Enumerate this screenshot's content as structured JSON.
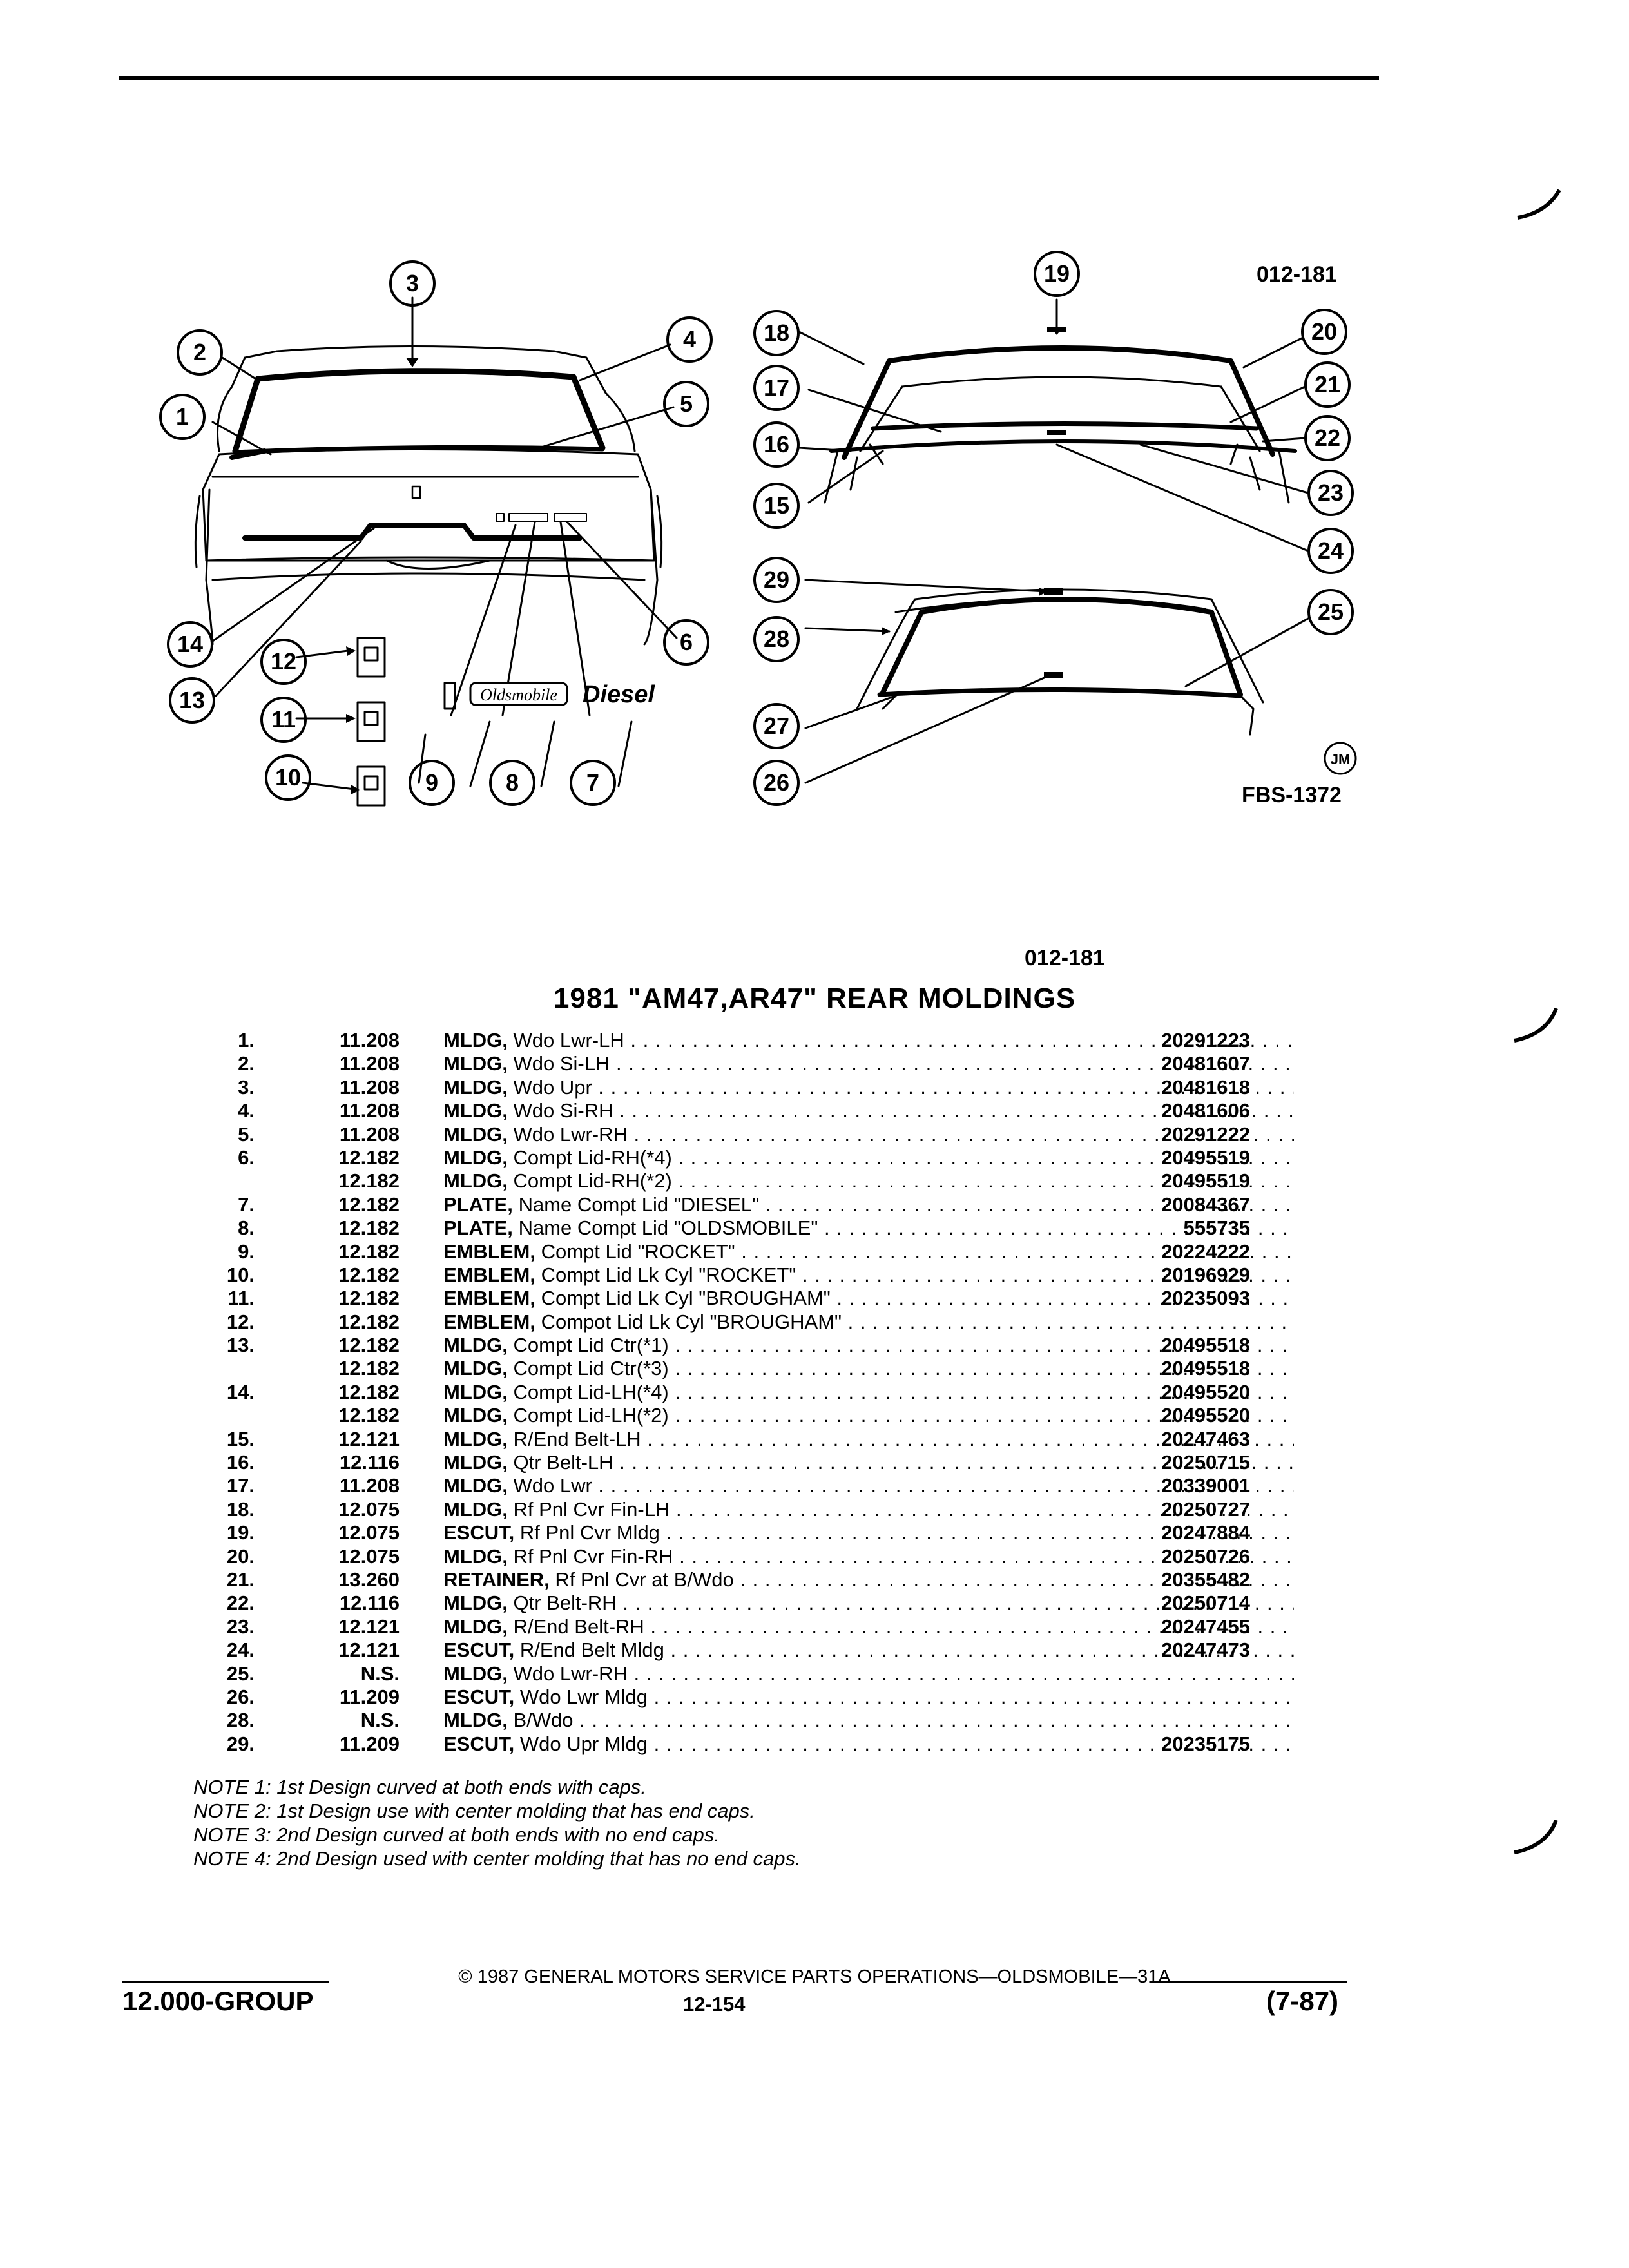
{
  "figure": {
    "code_top": "012-181",
    "fbs_code": "FBS-1372",
    "artist_mark": "JM",
    "emblem_oldsmobile": "Oldsmobile",
    "emblem_diesel": "Diesel",
    "callouts": [
      "1",
      "2",
      "3",
      "4",
      "5",
      "6",
      "7",
      "8",
      "9",
      "10",
      "11",
      "12",
      "13",
      "14",
      "15",
      "16",
      "17",
      "18",
      "19",
      "20",
      "21",
      "22",
      "23",
      "24",
      "25",
      "26",
      "27",
      "28",
      "29"
    ]
  },
  "caption_code": "012-181",
  "title": "1981 \"AM47,AR47\" REAR MOLDINGS",
  "parts": [
    {
      "num": "1.",
      "group": "11.208",
      "desc_bold": "MLDG,",
      "desc": "Wdo Lwr-LH",
      "part": "20291223"
    },
    {
      "num": "2.",
      "group": "11.208",
      "desc_bold": "MLDG,",
      "desc": "Wdo Si-LH",
      "part": "20481607"
    },
    {
      "num": "3.",
      "group": "11.208",
      "desc_bold": "MLDG,",
      "desc": "Wdo Upr",
      "part": "20481618"
    },
    {
      "num": "4.",
      "group": "11.208",
      "desc_bold": "MLDG,",
      "desc": "Wdo Si-RH",
      "part": "20481606"
    },
    {
      "num": "5.",
      "group": "11.208",
      "desc_bold": "MLDG,",
      "desc": "Wdo Lwr-RH",
      "part": "20291222"
    },
    {
      "num": "6.",
      "group": "12.182",
      "desc_bold": "MLDG,",
      "desc": "Compt Lid-RH(*4)",
      "part": "20495519"
    },
    {
      "num": "",
      "group": "12.182",
      "desc_bold": "MLDG,",
      "desc": "Compt Lid-RH(*2)",
      "part": "20495519"
    },
    {
      "num": "7.",
      "group": "12.182",
      "desc_bold": "PLATE,",
      "desc": "Name Compt Lid \"DIESEL\"",
      "part": "20084367"
    },
    {
      "num": "8.",
      "group": "12.182",
      "desc_bold": "PLATE,",
      "desc": "Name Compt Lid \"OLDSMOBILE\"",
      "part": "555735"
    },
    {
      "num": "9.",
      "group": "12.182",
      "desc_bold": "EMBLEM,",
      "desc": "Compt Lid \"ROCKET\"",
      "part": "20224222"
    },
    {
      "num": "10.",
      "group": "12.182",
      "desc_bold": "EMBLEM,",
      "desc": "Compt Lid Lk Cyl \"ROCKET\"",
      "part": "20196929"
    },
    {
      "num": "11.",
      "group": "12.182",
      "desc_bold": "EMBLEM,",
      "desc": "Compt Lid Lk Cyl \"BROUGHAM\"",
      "part": "20235093"
    },
    {
      "num": "12.",
      "group": "12.182",
      "desc_bold": "EMBLEM,",
      "desc": "Compot Lid Lk Cyl \"BROUGHAM\"",
      "part": ""
    },
    {
      "num": "13.",
      "group": "12.182",
      "desc_bold": "MLDG,",
      "desc": "Compt Lid Ctr(*1)",
      "part": "20495518"
    },
    {
      "num": "",
      "group": "12.182",
      "desc_bold": "MLDG,",
      "desc": "Compt Lid Ctr(*3)",
      "part": "20495518"
    },
    {
      "num": "14.",
      "group": "12.182",
      "desc_bold": "MLDG,",
      "desc": "Compt Lid-LH(*4)",
      "part": "20495520"
    },
    {
      "num": "",
      "group": "12.182",
      "desc_bold": "MLDG,",
      "desc": "Compt Lid-LH(*2)",
      "part": "20495520"
    },
    {
      "num": "15.",
      "group": "12.121",
      "desc_bold": "MLDG,",
      "desc": "R/End Belt-LH",
      "part": "20247463"
    },
    {
      "num": "16.",
      "group": "12.116",
      "desc_bold": "MLDG,",
      "desc": "Qtr Belt-LH",
      "part": "20250715"
    },
    {
      "num": "17.",
      "group": "11.208",
      "desc_bold": "MLDG,",
      "desc": "Wdo Lwr",
      "part": "20339001"
    },
    {
      "num": "18.",
      "group": "12.075",
      "desc_bold": "MLDG,",
      "desc": "Rf Pnl Cvr Fin-LH",
      "part": "20250727"
    },
    {
      "num": "19.",
      "group": "12.075",
      "desc_bold": "ESCUT,",
      "desc": "Rf Pnl Cvr Mldg",
      "part": "20247884"
    },
    {
      "num": "20.",
      "group": "12.075",
      "desc_bold": "MLDG,",
      "desc": "Rf Pnl Cvr Fin-RH",
      "part": "20250726"
    },
    {
      "num": "21.",
      "group": "13.260",
      "desc_bold": "RETAINER,",
      "desc": "Rf Pnl Cvr at B/Wdo",
      "part": "20355482"
    },
    {
      "num": "22.",
      "group": "12.116",
      "desc_bold": "MLDG,",
      "desc": "Qtr Belt-RH",
      "part": "20250714"
    },
    {
      "num": "23.",
      "group": "12.121",
      "desc_bold": "MLDG,",
      "desc": "R/End Belt-RH",
      "part": "20247455"
    },
    {
      "num": "24.",
      "group": "12.121",
      "desc_bold": "ESCUT,",
      "desc": "R/End Belt Mldg",
      "part": "20247473"
    },
    {
      "num": "25.",
      "group": "N.S.",
      "desc_bold": "MLDG,",
      "desc": "Wdo Lwr-RH",
      "part": ""
    },
    {
      "num": "26.",
      "group": "11.209",
      "desc_bold": "ESCUT,",
      "desc": "Wdo Lwr Mldg",
      "part": ""
    },
    {
      "num": "28.",
      "group": "N.S.",
      "desc_bold": "MLDG,",
      "desc": "B/Wdo",
      "part": ""
    },
    {
      "num": "29.",
      "group": "11.209",
      "desc_bold": "ESCUT,",
      "desc": "Wdo Upr Mldg",
      "part": "20235175"
    }
  ],
  "notes": [
    "NOTE 1: 1st Design curved at both ends with caps.",
    "NOTE 2: 1st Design use with center molding that has end caps.",
    "NOTE 3: 2nd Design curved at both ends with no end caps.",
    "NOTE 4: 2nd Design used with center molding that has no end caps."
  ],
  "footer": {
    "copyright": "© 1987 GENERAL MOTORS SERVICE PARTS OPERATIONS—OLDSMOBILE—31A",
    "group": "12.000-GROUP",
    "page": "12-154",
    "date": "(7-87)"
  }
}
